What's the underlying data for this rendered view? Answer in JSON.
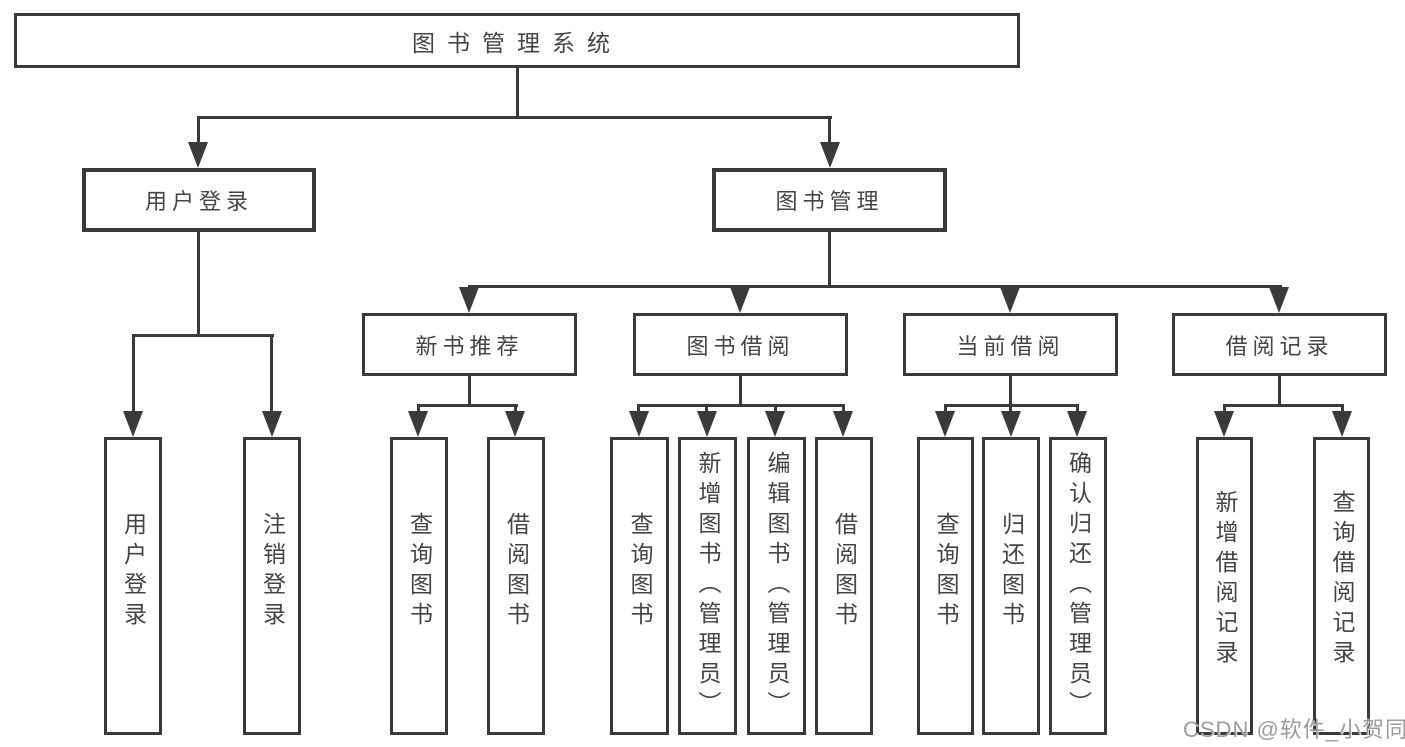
{
  "colors": {
    "line": "#3a3a3a",
    "text": "#454545",
    "watermark": "#9c9c9c",
    "bg": "#ffffff"
  },
  "tree": {
    "root": {
      "label": "图书管理系统",
      "children": [
        {
          "label": "用户登录",
          "children": [
            {
              "label": "用户登录"
            },
            {
              "label": "注销登录"
            }
          ]
        },
        {
          "label": "图书管理",
          "children": [
            {
              "label": "新书推荐",
              "children": [
                {
                  "label": "查询图书"
                },
                {
                  "label": "借阅图书"
                }
              ]
            },
            {
              "label": "图书借阅",
              "children": [
                {
                  "label": "查询图书"
                },
                {
                  "label": "新增图书（管理员）"
                },
                {
                  "label": "编辑图书（管理员）"
                },
                {
                  "label": "借阅图书"
                }
              ]
            },
            {
              "label": "当前借阅",
              "children": [
                {
                  "label": "查询图书"
                },
                {
                  "label": "归还图书"
                },
                {
                  "label": "确认归还（管理员）"
                }
              ]
            },
            {
              "label": "借阅记录",
              "children": [
                {
                  "label": "新增借阅记录"
                },
                {
                  "label": "查询借阅记录"
                }
              ]
            }
          ]
        }
      ]
    }
  },
  "watermark": {
    "text": "CSDN @软件_小贺同学"
  }
}
